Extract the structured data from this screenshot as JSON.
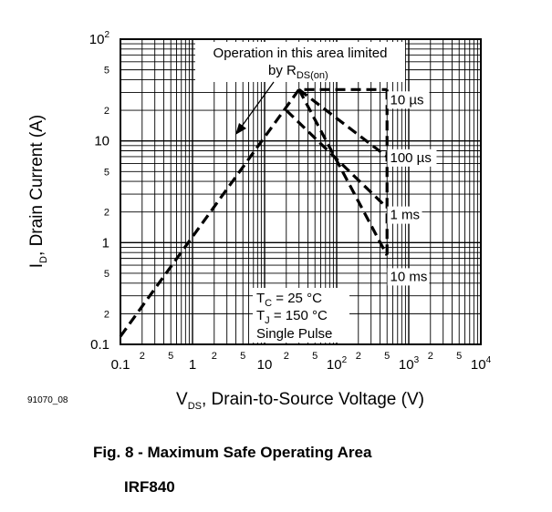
{
  "chart_data": {
    "type": "line",
    "title": "",
    "x_scale": "log",
    "y_scale": "log",
    "xlim": [
      0.1,
      10000
    ],
    "ylim": [
      0.1,
      100
    ],
    "grid": true,
    "x_ticks": [
      {
        "value": 0.1,
        "base": "0.1",
        "exp": ""
      },
      {
        "value": 1,
        "base": "1",
        "exp": ""
      },
      {
        "value": 10,
        "base": "10",
        "exp": ""
      },
      {
        "value": 100,
        "base": "10",
        "exp": "2"
      },
      {
        "value": 1000,
        "base": "10",
        "exp": "3"
      },
      {
        "value": 10000,
        "base": "10",
        "exp": "4"
      }
    ],
    "x_minor_labels": [
      "2",
      "5",
      "2",
      "5",
      "2",
      "5",
      "2",
      "5",
      "2",
      "5"
    ],
    "y_ticks": [
      {
        "value": 0.1,
        "base": "0.1",
        "exp": ""
      },
      {
        "value": 1,
        "base": "1",
        "exp": ""
      },
      {
        "value": 10,
        "base": "10",
        "exp": ""
      },
      {
        "value": 100,
        "base": "10",
        "exp": "2"
      }
    ],
    "y_minor_labels": [
      "2",
      "5",
      "2",
      "5",
      "2",
      "5"
    ],
    "xlabel": {
      "main": "V",
      "sub": "DS",
      "rest": ", Drain-to-Source Voltage (V)"
    },
    "ylabel": {
      "main": "I",
      "sub": "D",
      "rest": ", Drain Current (A)"
    },
    "series": [
      {
        "points": [
          [
            0.1,
            0.12
          ],
          [
            30,
            32
          ],
          [
            500,
            32
          ]
        ]
      },
      {
        "points": [
          [
            30,
            32
          ],
          [
            500,
            7
          ]
        ]
      },
      {
        "points": [
          [
            20,
            20
          ],
          [
            500,
            2.2
          ]
        ]
      },
      {
        "points": [
          [
            500,
            32
          ],
          [
            500,
            0.75
          ]
        ]
      },
      {
        "points": [
          [
            30,
            32
          ],
          [
            500,
            0.75
          ]
        ]
      }
    ],
    "curve_labels": [
      {
        "text": "10 µs",
        "x": 550,
        "y": 23
      },
      {
        "text": "100 µs",
        "x": 550,
        "y": 6.2
      },
      {
        "text": "1 ms",
        "x": 550,
        "y": 1.7
      },
      {
        "text": "10 ms",
        "x": 550,
        "y": 0.42
      }
    ],
    "rds_note": {
      "line1": "Operation in this area limited",
      "line2_prefix": "by R",
      "line2_sub": "DS(on)"
    },
    "conditions": [
      {
        "main": "T",
        "sub": "C",
        "rest": " = 25 °C"
      },
      {
        "main": "T",
        "sub": "J",
        "rest": " = 150 °C"
      },
      {
        "main": "Single Pulse",
        "sub": "",
        "rest": ""
      }
    ]
  },
  "document_code": "91070_08",
  "figure_caption": "Fig. 8 - Maximum Safe Operating Area",
  "part_number": "IRF840"
}
